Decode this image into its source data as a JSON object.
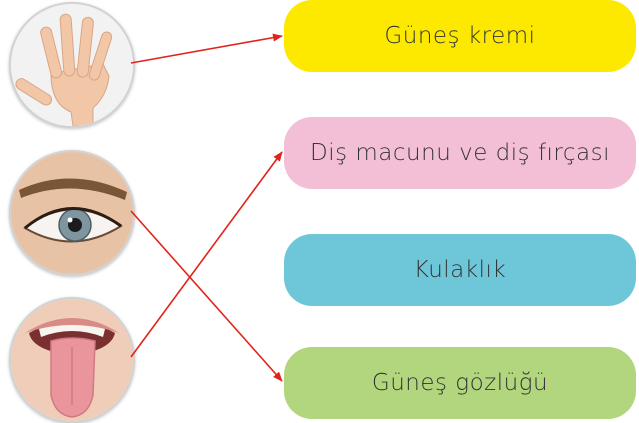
{
  "images": [
    {
      "icon": "hand-icon"
    },
    {
      "icon": "eye-icon"
    },
    {
      "icon": "tongue-icon"
    }
  ],
  "boxes": {
    "sunscreen": {
      "label": "Güneş kremi",
      "color": "#fde900"
    },
    "toothpaste": {
      "label": "Diş macunu ve diş fırçası",
      "color": "#f3bfd7"
    },
    "headphones": {
      "label": "Kulaklık",
      "color": "#6ec7d9"
    },
    "sunglasses": {
      "label": "Güneş gözlüğü",
      "color": "#b1d67d"
    }
  },
  "connections": [
    {
      "from": "hand",
      "to": "sunscreen"
    },
    {
      "from": "eye",
      "to": "sunglasses"
    },
    {
      "from": "tongue",
      "to": "toothpaste"
    }
  ],
  "arrow_color": "#e2231a"
}
